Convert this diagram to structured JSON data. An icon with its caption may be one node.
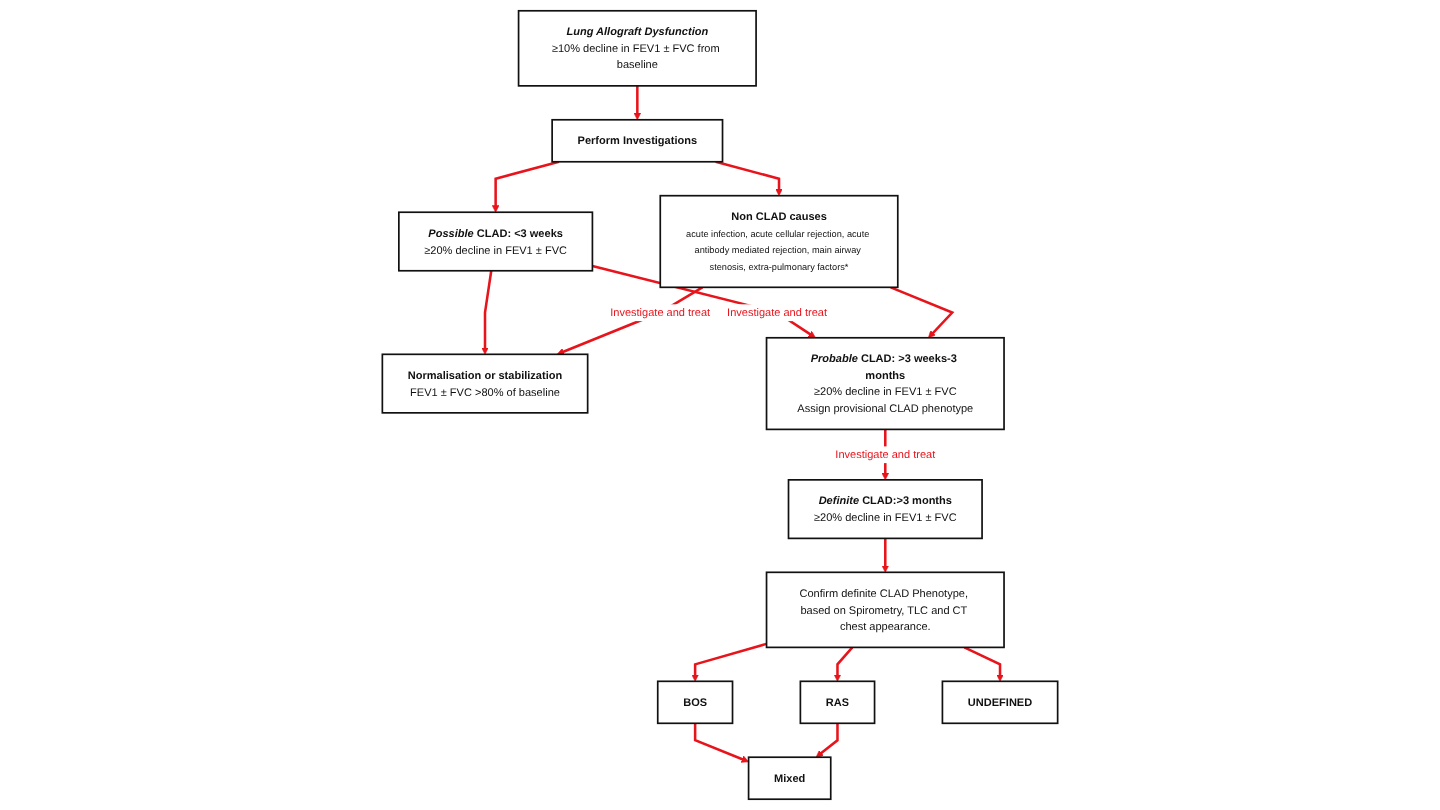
{
  "diagram": {
    "nodes": [
      {
        "text": [
          "Lung Allograft Dysfunction",
          "≥10% decline in FEV1 ± FVC from baseline"
        ]
      },
      {
        "text": [
          "Perform Investigations"
        ]
      },
      {
        "text": [
          "*Possible* CLAD: <3 weeks",
          "≥20% decline in FEV1 ± FVC"
        ]
      },
      {
        "text": [
          "Non CLAD causes",
          "acute infection, acute cellular rejection, acute antibody mediated rejection, main airway stenosis, extra-pulmonary factors*"
        ]
      },
      {
        "text": [
          "Normalisation or stabilization",
          "FEV1 ± FVC >80% of baseline"
        ]
      },
      {
        "text": [
          "*Probable* CLAD: >3 weeks-3 months",
          "≥20% decline in FEV1 ± FVC",
          "Assign provisional CLAD phenotype"
        ]
      },
      {
        "text": [
          "*Definite* CLAD:>3 months",
          "≥20% decline in FEV1 ± FVC"
        ]
      },
      {
        "text": [
          "Confirm definite CLAD Phenotype, based on Spirometry, TLC and CT chest appearance."
        ]
      },
      {
        "text": [
          "BOS"
        ]
      },
      {
        "text": [
          "Mixed"
        ]
      },
      {
        "text": [
          "RAS"
        ]
      },
      {
        "text": [
          "UNDEFINED"
        ]
      }
    ],
    "edges": [
      {
        "from": 0,
        "to": 1,
        "arrow": "to"
      },
      {
        "from": 1,
        "to": 2,
        "arrow": "to"
      },
      {
        "from": 1,
        "to": 3,
        "arrow": "to"
      },
      {
        "from": 2,
        "to": 5,
        "arrow": "to",
        "label": "Investigate and treat"
      },
      {
        "from": 2,
        "to": 4,
        "arrow": "to"
      },
      {
        "from": 3,
        "to": 4,
        "arrow": "to",
        "label": "Investigate and treat"
      },
      {
        "from": 3,
        "to": 5,
        "arrow": "to"
      },
      {
        "from": 5,
        "to": 6,
        "arrow": "to",
        "label": "Investigate and treat"
      },
      {
        "from": 6,
        "to": 7,
        "arrow": "to"
      },
      {
        "from": 7,
        "to": 8,
        "arrow": "to"
      },
      {
        "from": 7,
        "to": 10,
        "arrow": "to"
      },
      {
        "from": 7,
        "to": 11,
        "arrow": "to"
      },
      {
        "from": 8,
        "to": 9,
        "arrow": "to"
      },
      {
        "from": 10,
        "to": 9,
        "arrow": "to"
      }
    ]
  }
}
